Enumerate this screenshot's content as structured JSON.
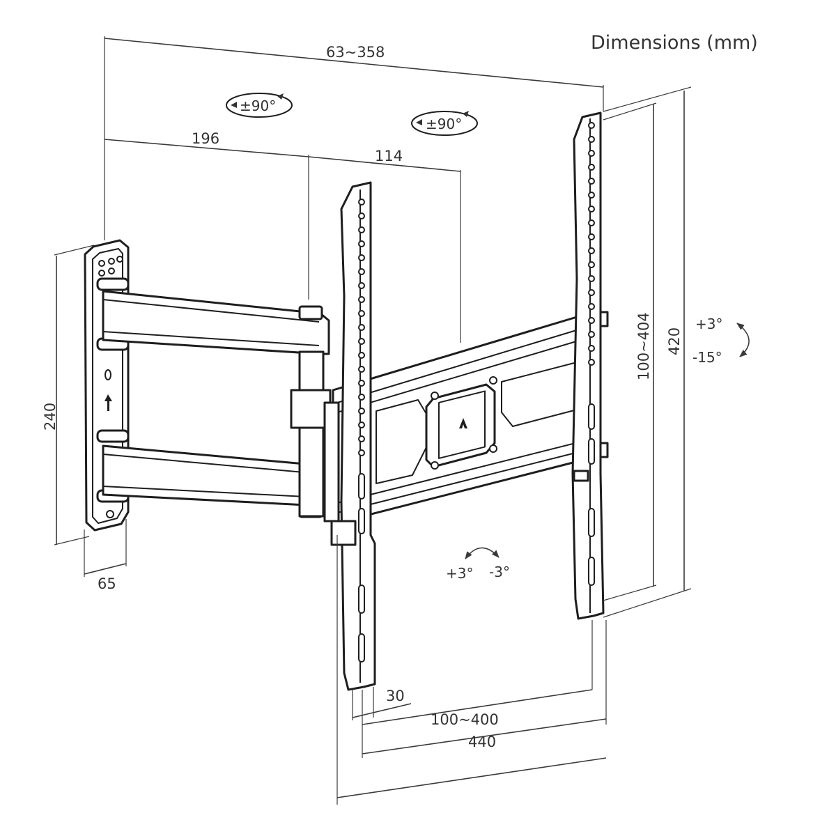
{
  "title": "Dimensions (mm)",
  "dimensions": {
    "total_depth": "63~358",
    "arm_length_1": "196",
    "arm_length_2": "114",
    "wall_plate_height": "240",
    "wall_plate_width": "65",
    "vesa_vertical": "100~404",
    "plate_height": "420",
    "bracket_width": "30",
    "vesa_horizontal": "100~400",
    "total_width": "440"
  },
  "angles": {
    "swivel_top_1": "±90°",
    "swivel_top_2": "±90°",
    "tilt_up": "+3°",
    "tilt_down": "-15°",
    "level_plus": "+3°",
    "level_minus": "-3°"
  },
  "icons": {
    "wall_plate_arrow": "up-arrow-icon",
    "center_mark": "triangle-logo-icon"
  }
}
